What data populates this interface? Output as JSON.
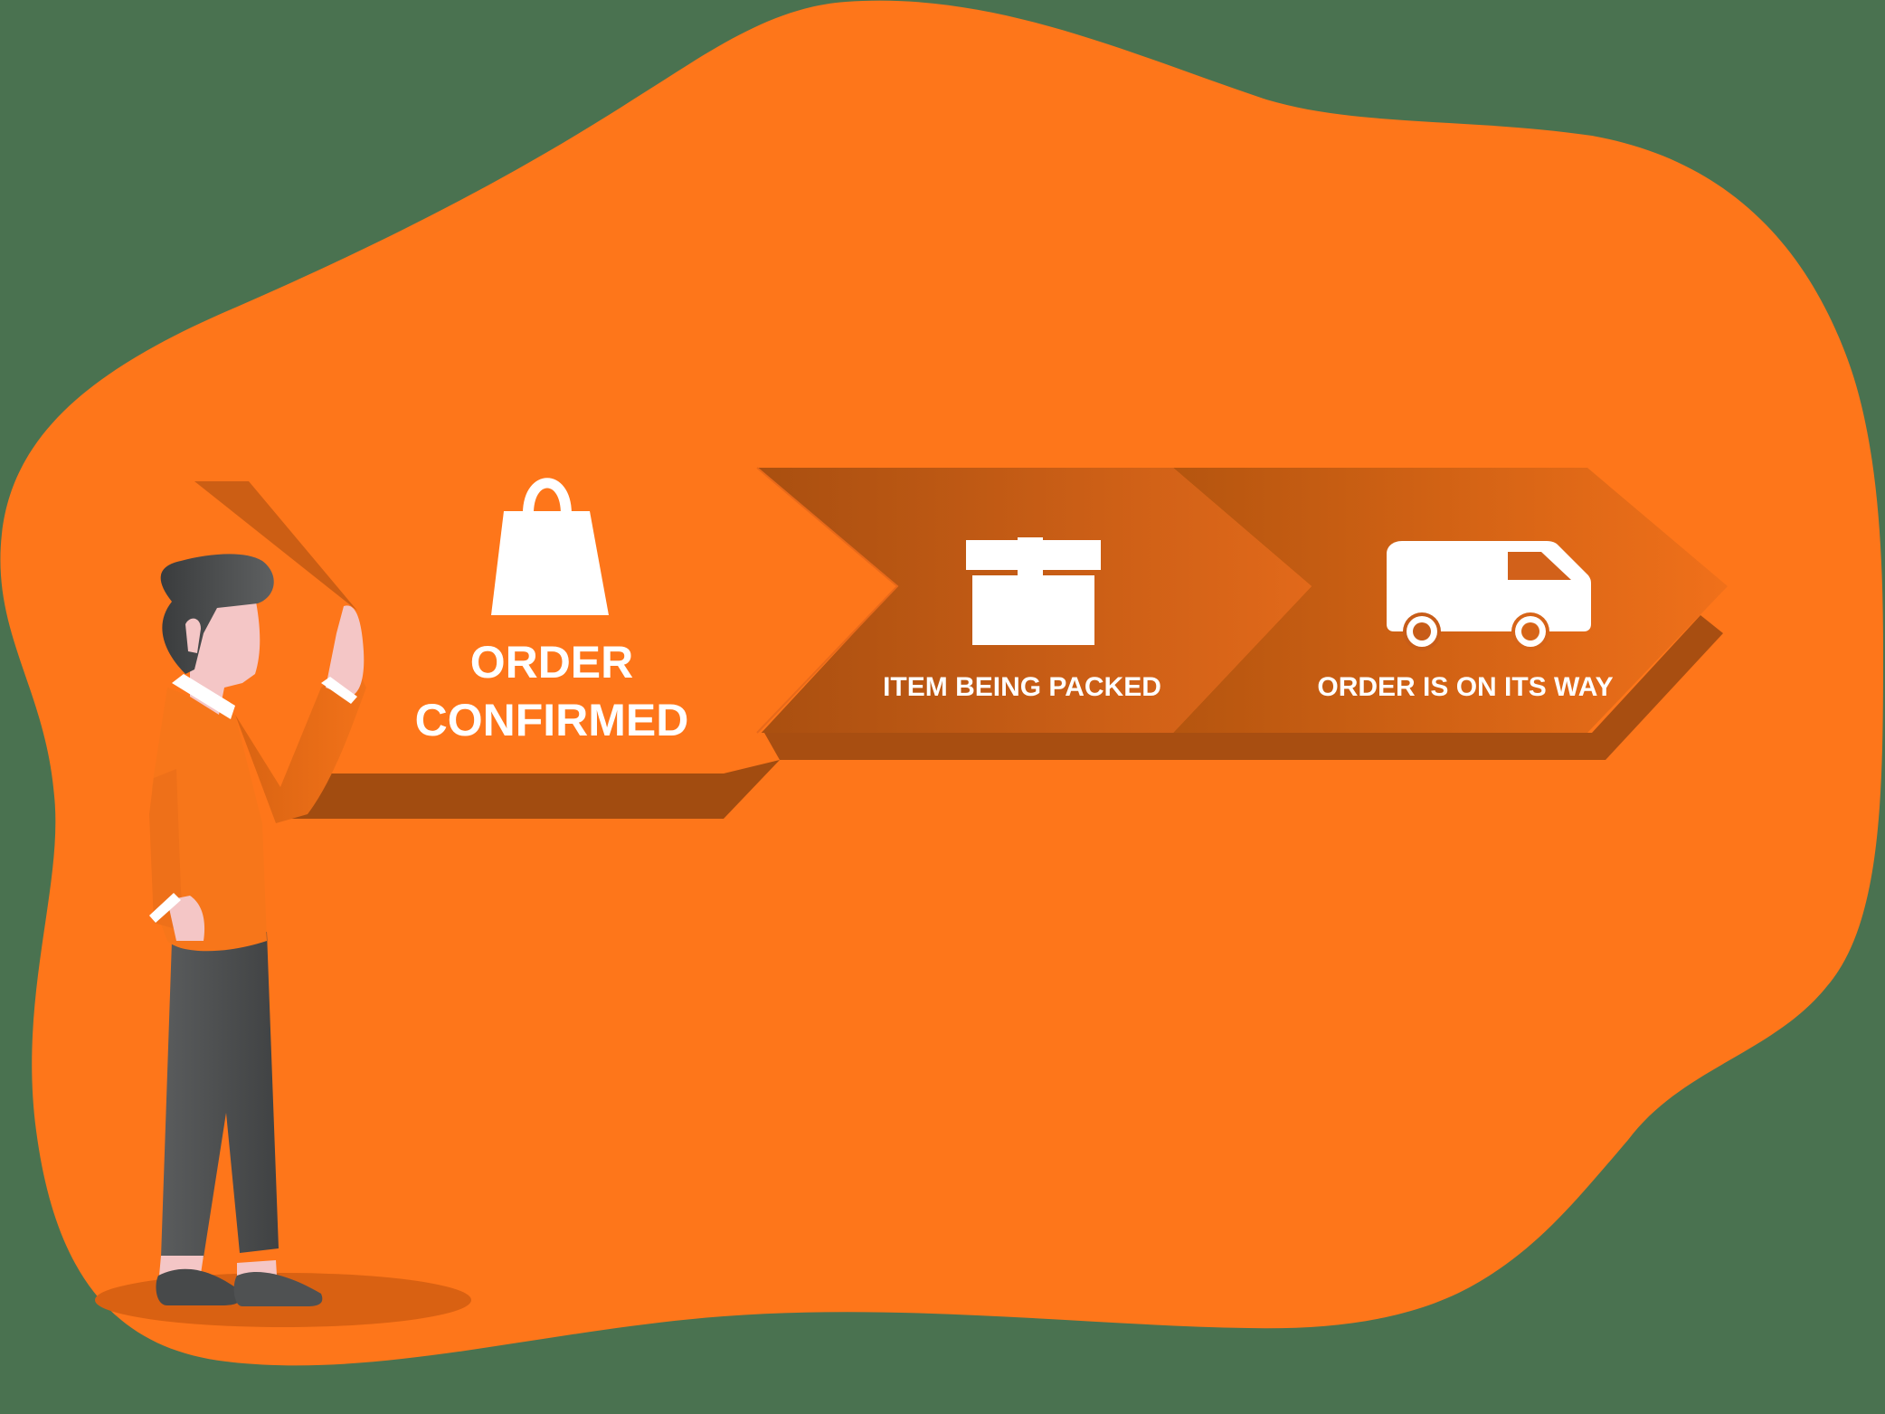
{
  "colors": {
    "background": "#4a7250",
    "blob": "#fe761a",
    "chevron_dark": "#b0530f",
    "chevron_mid": "#d2611a",
    "chevron_shadow": "#a44d10",
    "icon": "#ffffff",
    "skin": "#f4c6c6",
    "hair": "#424446",
    "pants": "#4d4f50"
  },
  "steps": [
    {
      "icon": "shopping-bag-icon",
      "label_line1": "ORDER",
      "label_line2": "CONFIRMED"
    },
    {
      "icon": "package-box-icon",
      "label": "ITEM BEING PACKED"
    },
    {
      "icon": "delivery-van-icon",
      "label": "ORDER IS ON ITS WAY"
    }
  ]
}
